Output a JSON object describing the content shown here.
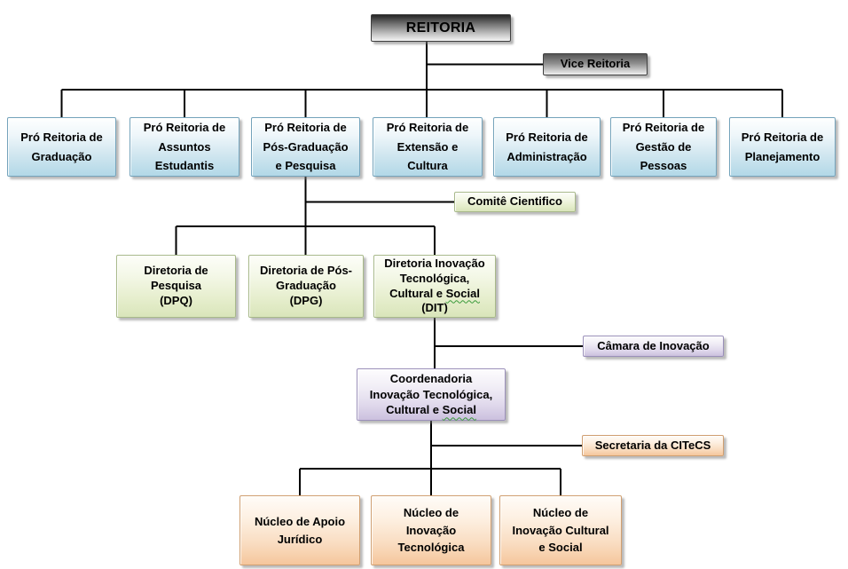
{
  "chart": {
    "root": "REITORIA",
    "vice": "Vice Reitoria",
    "pro_reitorias": [
      "Pró Reitoria de\nGraduação",
      "Pró Reitoria de\nAssuntos\nEstudantis",
      "Pró Reitoria de\nPós-Graduação\ne Pesquisa",
      "Pró Reitoria de\nExtensão e\nCultura",
      "Pró Reitoria de\nAdministração",
      "Pró Reitoria de\nGestão de\nPessoas",
      "Pró Reitoria de\nPlanejamento"
    ],
    "comite": "Comitê Cientifico",
    "diretorias": [
      "Diretoria de\nPesquisa\n(DPQ)",
      "Diretoria de Pós-\nGraduação\n(DPG)"
    ],
    "dit": {
      "pre": "Diretoria Inovação\nTecnológica,\nCultural e ",
      "misspelled_word": "Social",
      "post": "\n(DIT)"
    },
    "camara": "Câmara de Inovação",
    "coordenadoria": {
      "pre": "Coordenadoria\nInovação Tecnológica,\nCultural e ",
      "misspelled_word": "Social"
    },
    "secretaria": "Secretaria da CITeCS",
    "nucleos": [
      "Núcleo de Apoio\nJurídico",
      "Núcleo de\nInovação\nTecnológica",
      "Núcleo de\nInovação Cultural\ne Social"
    ]
  },
  "colors": {
    "connector_line": "#000000",
    "reitoria_gradient_top": "#262626",
    "reitoria_gradient_bottom": "#f4f4f4",
    "vice_gradient_top": "#565656",
    "blue_fill": "#b2d8e7",
    "blue_border": "#74a3bb",
    "green_fill": "#d9e5ba",
    "green_border": "#a8b98a",
    "purple_fill": "#cbc0de",
    "purple_border": "#9b90ba",
    "orange_fill": "#f5c69c",
    "orange_border": "#d09f71",
    "spellcheck_squiggle": "#3a9a3a",
    "text": "#000000"
  }
}
